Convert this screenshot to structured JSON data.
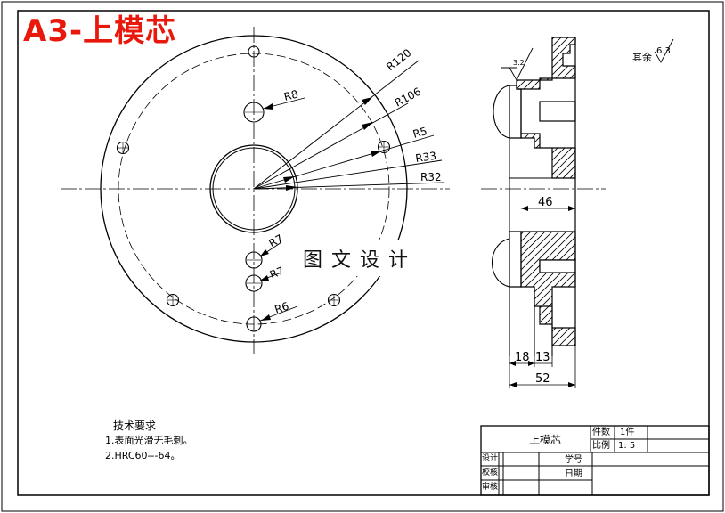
{
  "title_overlay": "A3-上模芯",
  "watermark_text": "图文设计",
  "colors": {
    "title": "#e8180c",
    "line": "#000000",
    "paper": "#ffffff"
  },
  "front_view": {
    "radius_labels": [
      "R120",
      "R106",
      "R5",
      "R33",
      "R32",
      "R8",
      "R7",
      "R7",
      "R6"
    ]
  },
  "section_view": {
    "dimensions": [
      "46",
      "18",
      "13",
      "52"
    ],
    "surface_roughness": "3.2"
  },
  "roughness_note": {
    "prefix": "其余",
    "value": "6.3"
  },
  "technical_requirements": {
    "heading": "技术要求",
    "items": [
      "1.表面光滑无毛刺。",
      "2.HRC60---64。"
    ]
  },
  "title_block": {
    "part_name": "上模芯",
    "quantity_label": "件数",
    "quantity_value": "1件",
    "scale_label": "比例",
    "scale_value": "1: 5",
    "design_label": "设计",
    "check_label": "校核",
    "review_label": "审核",
    "student_id_label": "学号",
    "date_label": "日期"
  }
}
